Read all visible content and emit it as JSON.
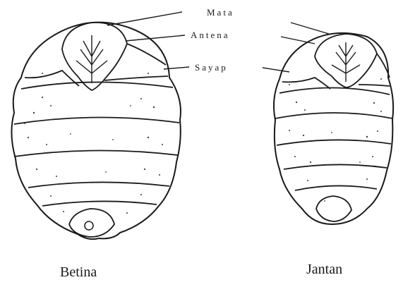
{
  "labels": {
    "mata": "Mata",
    "antena": "Antena",
    "sayap": "Sayap",
    "female": "Betina",
    "male": "Jantan"
  }
}
